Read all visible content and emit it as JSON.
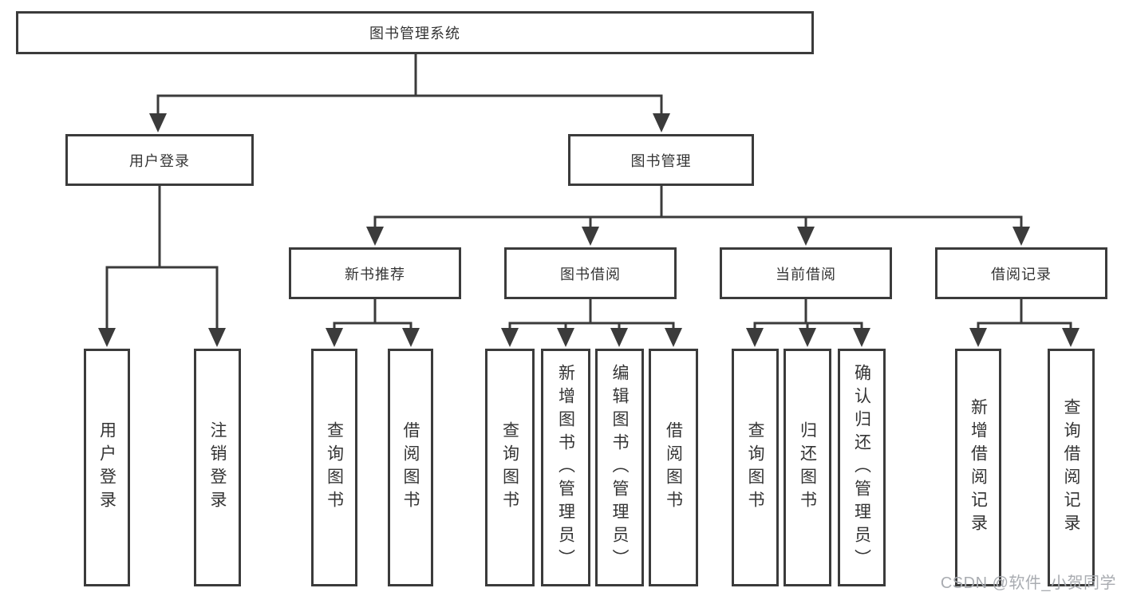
{
  "diagram": {
    "root": {
      "label": "图书管理系统"
    },
    "branches": [
      {
        "label": "用户登录",
        "children": [
          {
            "label": "用户登录"
          },
          {
            "label": "注销登录"
          }
        ]
      },
      {
        "label": "图书管理",
        "children": [
          {
            "label": "新书推荐",
            "children": [
              {
                "label": "查询图书"
              },
              {
                "label": "借阅图书"
              }
            ]
          },
          {
            "label": "图书借阅",
            "children": [
              {
                "label": "查询图书"
              },
              {
                "label": "新增图书（管理员）"
              },
              {
                "label": "编辑图书（管理员）"
              },
              {
                "label": "借阅图书"
              }
            ]
          },
          {
            "label": "当前借阅",
            "children": [
              {
                "label": "查询图书"
              },
              {
                "label": "归还图书"
              },
              {
                "label": "确认归还（管理员）"
              }
            ]
          },
          {
            "label": "借阅记录",
            "children": [
              {
                "label": "新增借阅记录"
              },
              {
                "label": "查询借阅记录"
              }
            ]
          }
        ]
      }
    ],
    "watermark": "CSDN @软件_小贺同学",
    "colors": {
      "line": "#3b3b3b",
      "text": "#343434",
      "watermark": "#a9acb1",
      "background": "#ffffff"
    }
  }
}
